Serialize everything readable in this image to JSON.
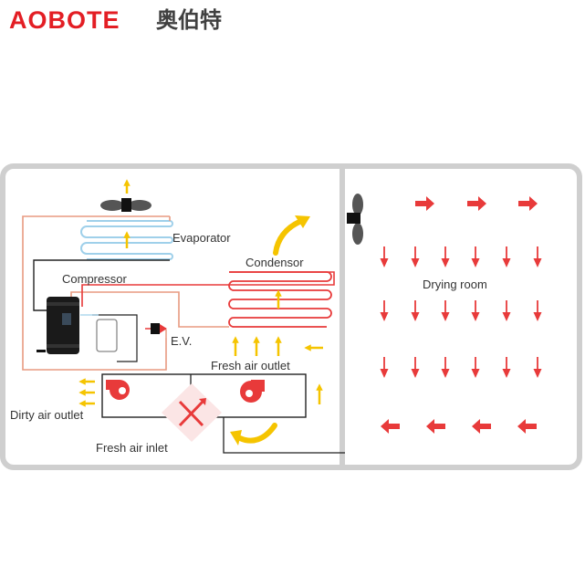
{
  "brand": {
    "name_en": "AOBOTE",
    "name_cn": "奥伯特",
    "color": "#e31e24",
    "cn_color": "#404040"
  },
  "labels": {
    "evaporator": "Evaporator",
    "compressor": "Compressor",
    "condensor": "Condensor",
    "ev": "E.V.",
    "fresh_air_outlet": "Fresh air outlet",
    "dirty_air_outlet": "Dirty air outlet",
    "fresh_air_inlet": "Fresh air inlet",
    "drying_room": "Drying room"
  },
  "colors": {
    "frame": "#cfcfcf",
    "pipe_red": "#e83a3a",
    "pipe_orange": "#e89a80",
    "coil_blue": "#9fd0ea",
    "arrow_yellow": "#f5c400",
    "arrow_red": "#e83a3a",
    "line_dark": "#222222"
  }
}
